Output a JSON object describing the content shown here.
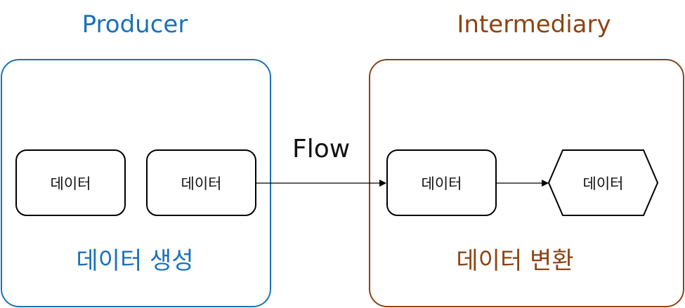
{
  "colors": {
    "producer": "#1a72b8",
    "intermediary": "#8a4513",
    "edge": "#000000"
  },
  "producer": {
    "title": "Producer",
    "caption": "데이터 생성",
    "nodes": [
      "데이터",
      "데이터"
    ]
  },
  "intermediary": {
    "title": "Intermediary",
    "caption": "데이터 변환",
    "nodes": [
      "데이터",
      "데이터"
    ]
  },
  "flow": {
    "label": "Flow"
  }
}
